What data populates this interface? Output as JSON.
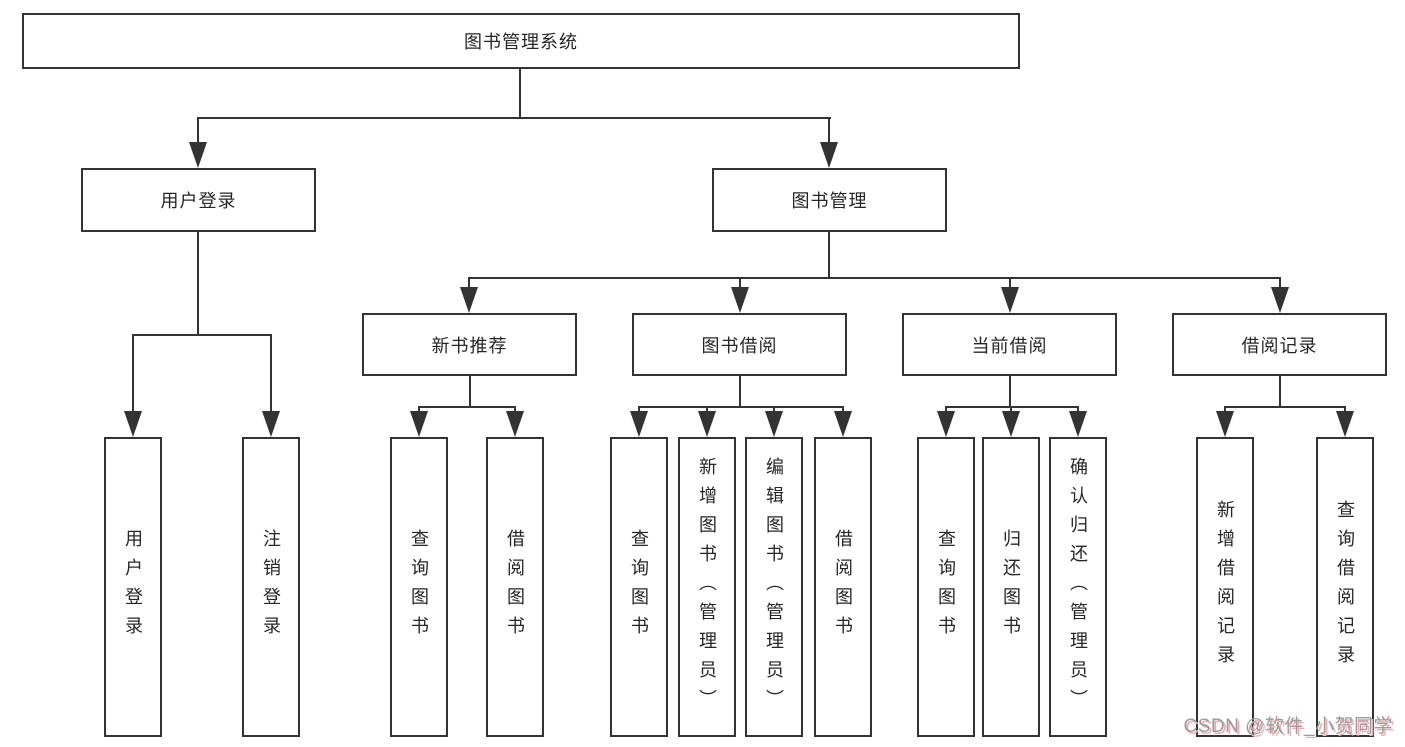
{
  "root": {
    "label": "图书管理系统"
  },
  "level2": [
    {
      "label": "用户登录"
    },
    {
      "label": "图书管理"
    }
  ],
  "level3": [
    {
      "label": "新书推荐"
    },
    {
      "label": "图书借阅"
    },
    {
      "label": "当前借阅"
    },
    {
      "label": "借阅记录"
    }
  ],
  "leaves": {
    "user_login": [
      "用户登录",
      "注销登录"
    ],
    "new_books": [
      "查询图书",
      "借阅图书"
    ],
    "book_borrow": [
      "查询图书",
      "新增图书（管理员）",
      "编辑图书（管理员）",
      "借阅图书"
    ],
    "current_borrow": [
      "查询图书",
      "归还图书",
      "确认归还（管理员）"
    ],
    "borrow_records": [
      "新增借阅记录",
      "查询借阅记录"
    ]
  },
  "watermark": "CSDN @软件_小贺同学",
  "colors": {
    "line": "#333333",
    "text": "#262626",
    "background": "#ffffff",
    "watermark": "#9c9c9c",
    "watermark_shadow": "#f2aab2"
  }
}
